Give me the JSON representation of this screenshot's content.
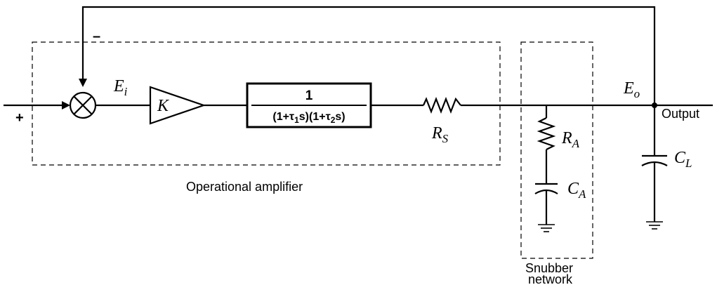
{
  "signs": {
    "minus": "–",
    "plus": "+"
  },
  "nodes": {
    "error": {
      "main": "E",
      "sub": "i"
    },
    "output_voltage": {
      "main": "E",
      "sub": "o"
    },
    "output_label": "Output"
  },
  "blocks": {
    "gain": "K",
    "transfer": {
      "numerator": "1",
      "denominator": [
        "(1+τ",
        "1",
        "s)(1+τ",
        "2",
        "s)"
      ]
    }
  },
  "components": {
    "series_resistor": {
      "main": "R",
      "sub": "S"
    },
    "snubber_resistor": {
      "main": "R",
      "sub": "A"
    },
    "snubber_capacitor": {
      "main": "C",
      "sub": "A"
    },
    "load_capacitor": {
      "main": "C",
      "sub": "L"
    }
  },
  "groups": {
    "op_amp": "Operational amplifier",
    "snubber_line1": "Snubber",
    "snubber_line2": "network"
  }
}
